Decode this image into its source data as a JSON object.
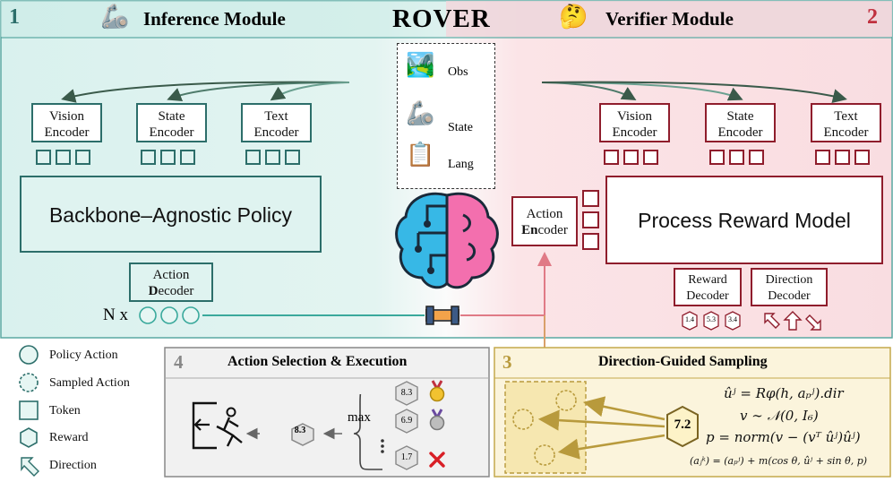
{
  "title": "ROVER",
  "inference_module": {
    "number": "1",
    "title": "Inference Module",
    "encoders": [
      "Vision Encoder",
      "State Encoder",
      "Text Encoder"
    ],
    "policy_label": "Backbone–Agnostic Policy",
    "action_decoder": {
      "line1": "Action",
      "bold": "D",
      "rest": "ecoder"
    },
    "nx_label": "N x"
  },
  "verifier_module": {
    "number": "2",
    "title": "Verifier Module",
    "encoders": [
      "Vision Encoder",
      "State Encoder",
      "Text Encoder"
    ],
    "model_label": "Process Reward Model",
    "action_encoder": {
      "line1": "Action",
      "bold": "En",
      "rest": "coder"
    },
    "reward_decoder": "Reward Decoder",
    "direction_decoder": "Direction Decoder",
    "reward_values": [
      "1.4",
      "5.3",
      "3.4"
    ]
  },
  "inputs": [
    "Obs",
    "State",
    "Lang"
  ],
  "legend": [
    "Policy Action",
    "Sampled Action",
    "Token",
    "Reward",
    "Direction"
  ],
  "action_selection": {
    "number": "4",
    "title": "Action Selection & Execution",
    "max_label": "max",
    "selected_value": "8.3",
    "candidate_values": [
      "8.3",
      "6.9",
      "1.7"
    ]
  },
  "direction_sampling": {
    "number": "3",
    "title": "Direction-Guided Sampling",
    "center_value": "7.2",
    "equations": [
      "ûʲ = Rφ(h, aₚʲ).dir",
      "v ∼ 𝒩(0, I₆)",
      "p = norm(v − (vᵀ ûʲ)ûʲ)",
      "(aⱼᵏ) = (aₚʲ) + m(cos θ, ûʲ + sin θ, p)"
    ]
  },
  "colors": {
    "teal": "#2c6e6a",
    "teal_bg": "#dff3f0",
    "red": "#8f1d2c",
    "red_bg": "#fbe3e6",
    "gold": "#b89a3c",
    "gold_bg": "#f7efcf"
  }
}
